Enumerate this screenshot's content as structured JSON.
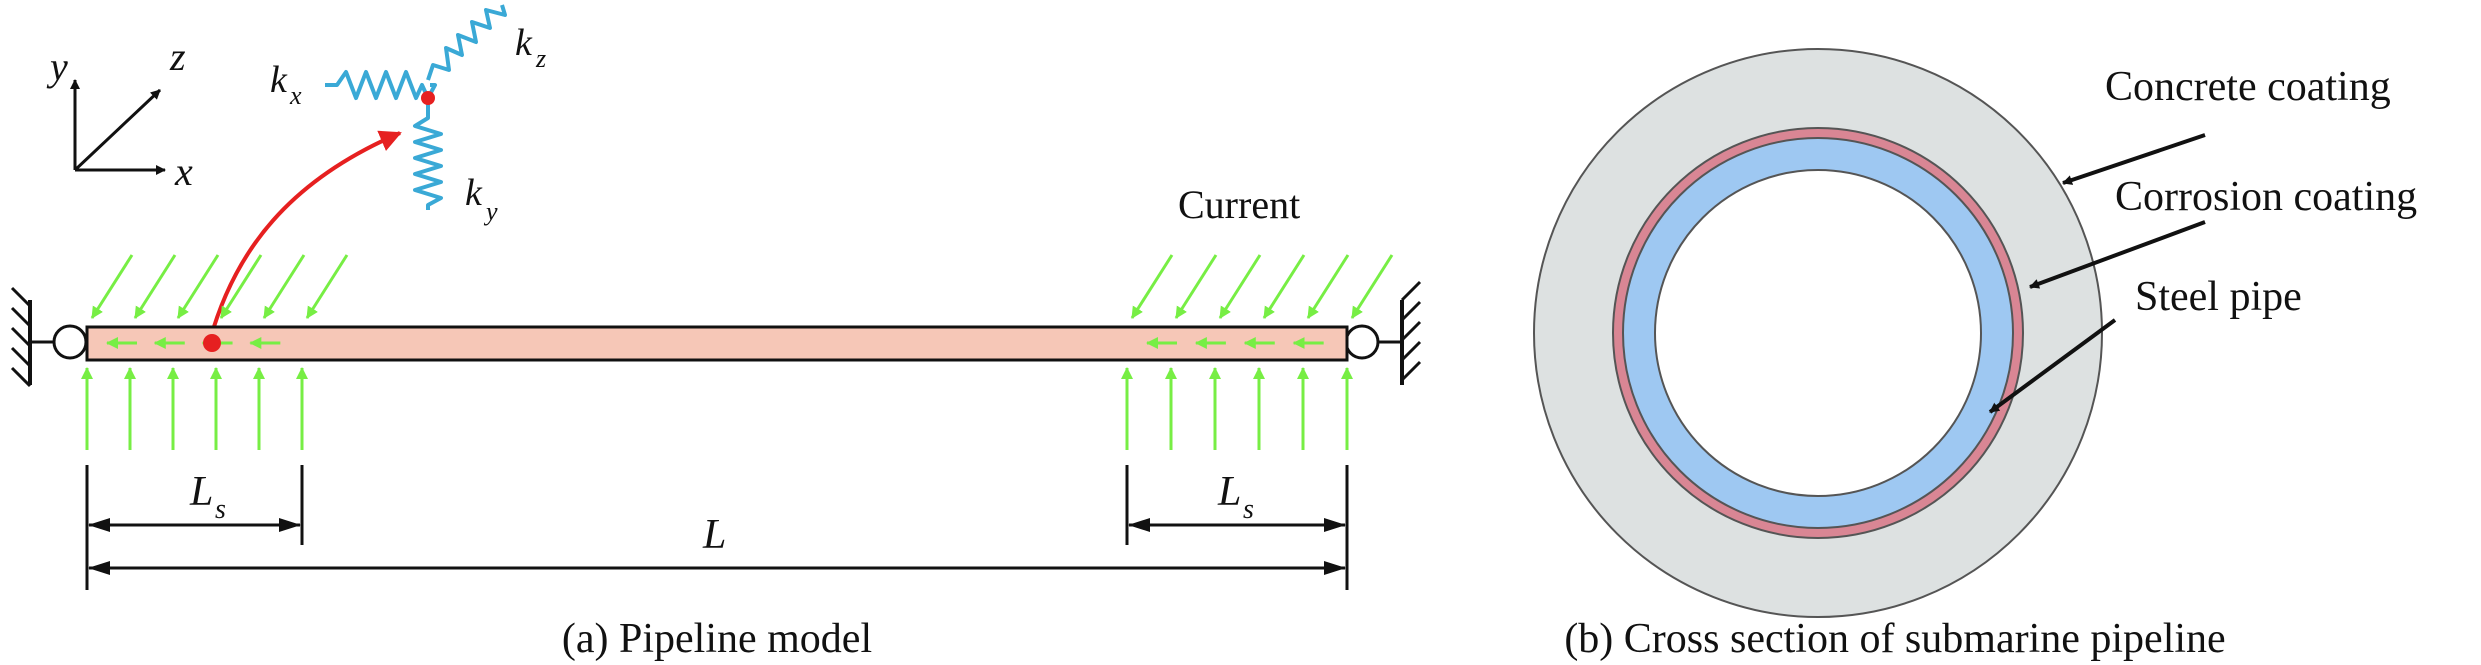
{
  "panel_a": {
    "caption": "(a) Pipeline model",
    "axes": {
      "x": "x",
      "y": "y",
      "z": "z"
    },
    "springs": {
      "kx_main": "k",
      "kx_sub": "x",
      "ky_main": "k",
      "ky_sub": "y",
      "kz_main": "k",
      "kz_sub": "z"
    },
    "current_label": "Current",
    "dim_total": "L",
    "dim_left_main": "L",
    "dim_left_sub": "s",
    "dim_right_main": "L",
    "dim_right_sub": "s"
  },
  "panel_b": {
    "caption": "(b) Cross section of submarine pipeline",
    "labels": {
      "concrete": "Concrete coating",
      "corrosion": "Corrosion coating",
      "steel": "Steel pipe"
    }
  },
  "colors": {
    "pipe_fill": "#f6c7b7",
    "current_arrow": "#77ee44",
    "spring": "#3aa9d6",
    "marker": "#e62020",
    "concrete": "#dde1e1",
    "corrosion": "#d98694",
    "steel": "#9ec8f2"
  }
}
